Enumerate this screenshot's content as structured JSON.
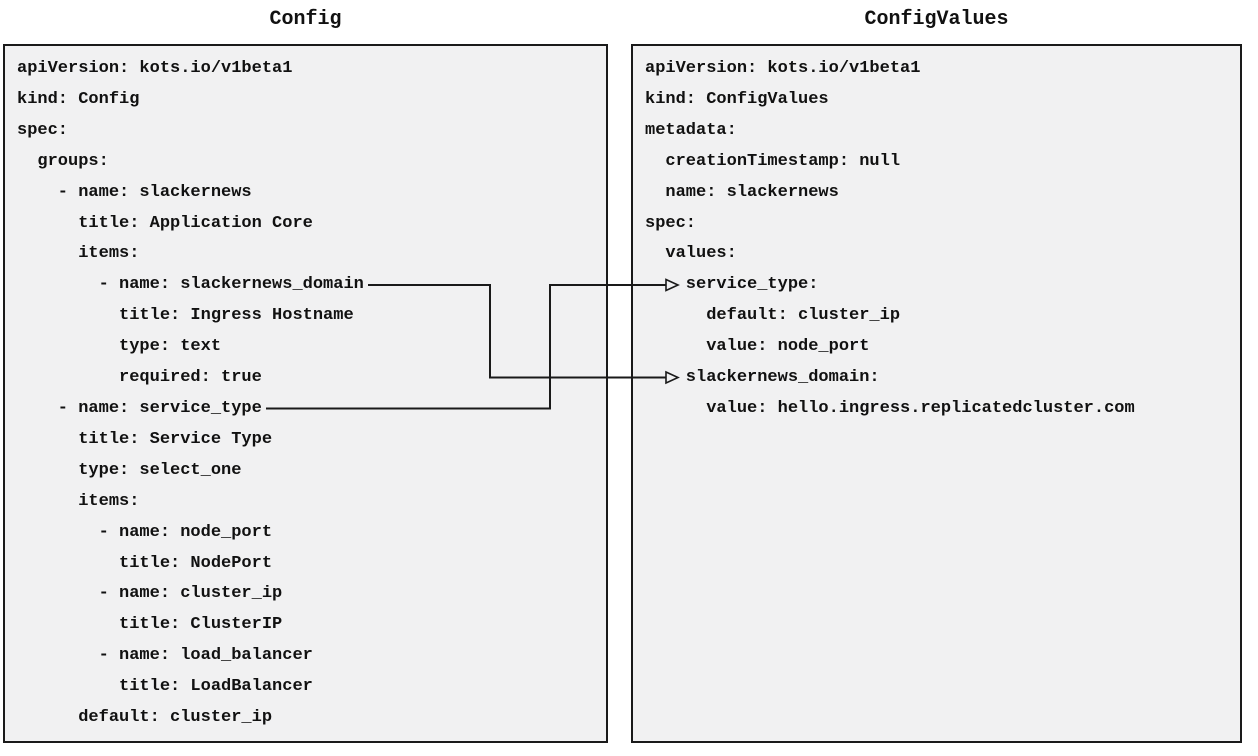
{
  "diagram": {
    "left_panel": {
      "title": "Config",
      "lines": [
        "apiVersion: kots.io/v1beta1",
        "kind: Config",
        "spec:",
        "  groups:",
        "    - name: slackernews",
        "      title: Application Core",
        "      items:",
        "        - name: slackernews_domain",
        "          title: Ingress Hostname",
        "          type: text",
        "          required: true",
        "    - name: service_type",
        "      title: Service Type",
        "      type: select_one",
        "      items:",
        "        - name: node_port",
        "          title: NodePort",
        "        - name: cluster_ip",
        "          title: ClusterIP",
        "        - name: load_balancer",
        "          title: LoadBalancer",
        "      default: cluster_ip"
      ]
    },
    "right_panel": {
      "title": "ConfigValues",
      "lines": [
        "apiVersion: kots.io/v1beta1",
        "kind: ConfigValues",
        "metadata:",
        "  creationTimestamp: null",
        "  name: slackernews",
        "spec:",
        "  values:",
        "    service_type:",
        "      default: cluster_ip",
        "      value: node_port",
        "    slackernews_domain:",
        "      value: hello.ingress.replicatedcluster.com"
      ]
    },
    "connections": [
      {
        "from": "Config item name: service_type",
        "to": "ConfigValues spec.values.service_type"
      },
      {
        "from": "Config item name: slackernews_domain",
        "to": "ConfigValues spec.values.slackernews_domain"
      }
    ],
    "colors": {
      "panel_bg": "#f1f1f2",
      "border": "#1a1a1a",
      "text": "#111111",
      "arrow": "#1a1a1a",
      "page_bg": "#ffffff"
    }
  }
}
